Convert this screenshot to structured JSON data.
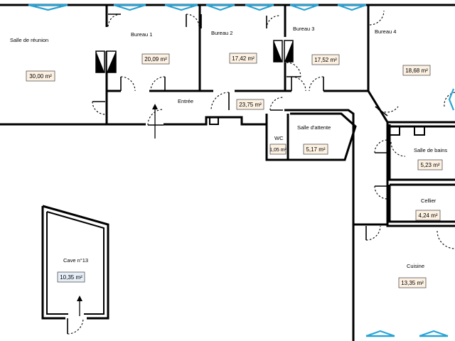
{
  "rooms": [
    {
      "id": "reunion",
      "name": "Salle de réunion",
      "area": "30,00 m²"
    },
    {
      "id": "bureau1",
      "name": "Bureau 1",
      "area": "20,09 m²"
    },
    {
      "id": "bureau2",
      "name": "Bureau 2",
      "area": "17,42 m²"
    },
    {
      "id": "bureau3",
      "name": "Bureau 3",
      "area": "17,52 m²"
    },
    {
      "id": "bureau4",
      "name": "Bureau 4",
      "area": "18,68 m²"
    },
    {
      "id": "entree",
      "name": "Entrée",
      "area": "23,75 m²"
    },
    {
      "id": "wc",
      "name": "WC",
      "area": "1,05 m²"
    },
    {
      "id": "attente",
      "name": "Salle d'attente",
      "area": "5,17 m²"
    },
    {
      "id": "bains",
      "name": "Salle de bains",
      "area": "5,23 m²"
    },
    {
      "id": "cellier",
      "name": "Cellier",
      "area": "4,24 m²"
    },
    {
      "id": "cuisine",
      "name": "Cuisine",
      "area": "13,35 m²"
    },
    {
      "id": "cave",
      "name": "Cave n°13",
      "area": "10,35 m²"
    }
  ],
  "colors": {
    "walls": "#000000",
    "windows": "#2aa3d4",
    "area_box": "#fdf1e2",
    "cave_box": "#e6eef8"
  }
}
